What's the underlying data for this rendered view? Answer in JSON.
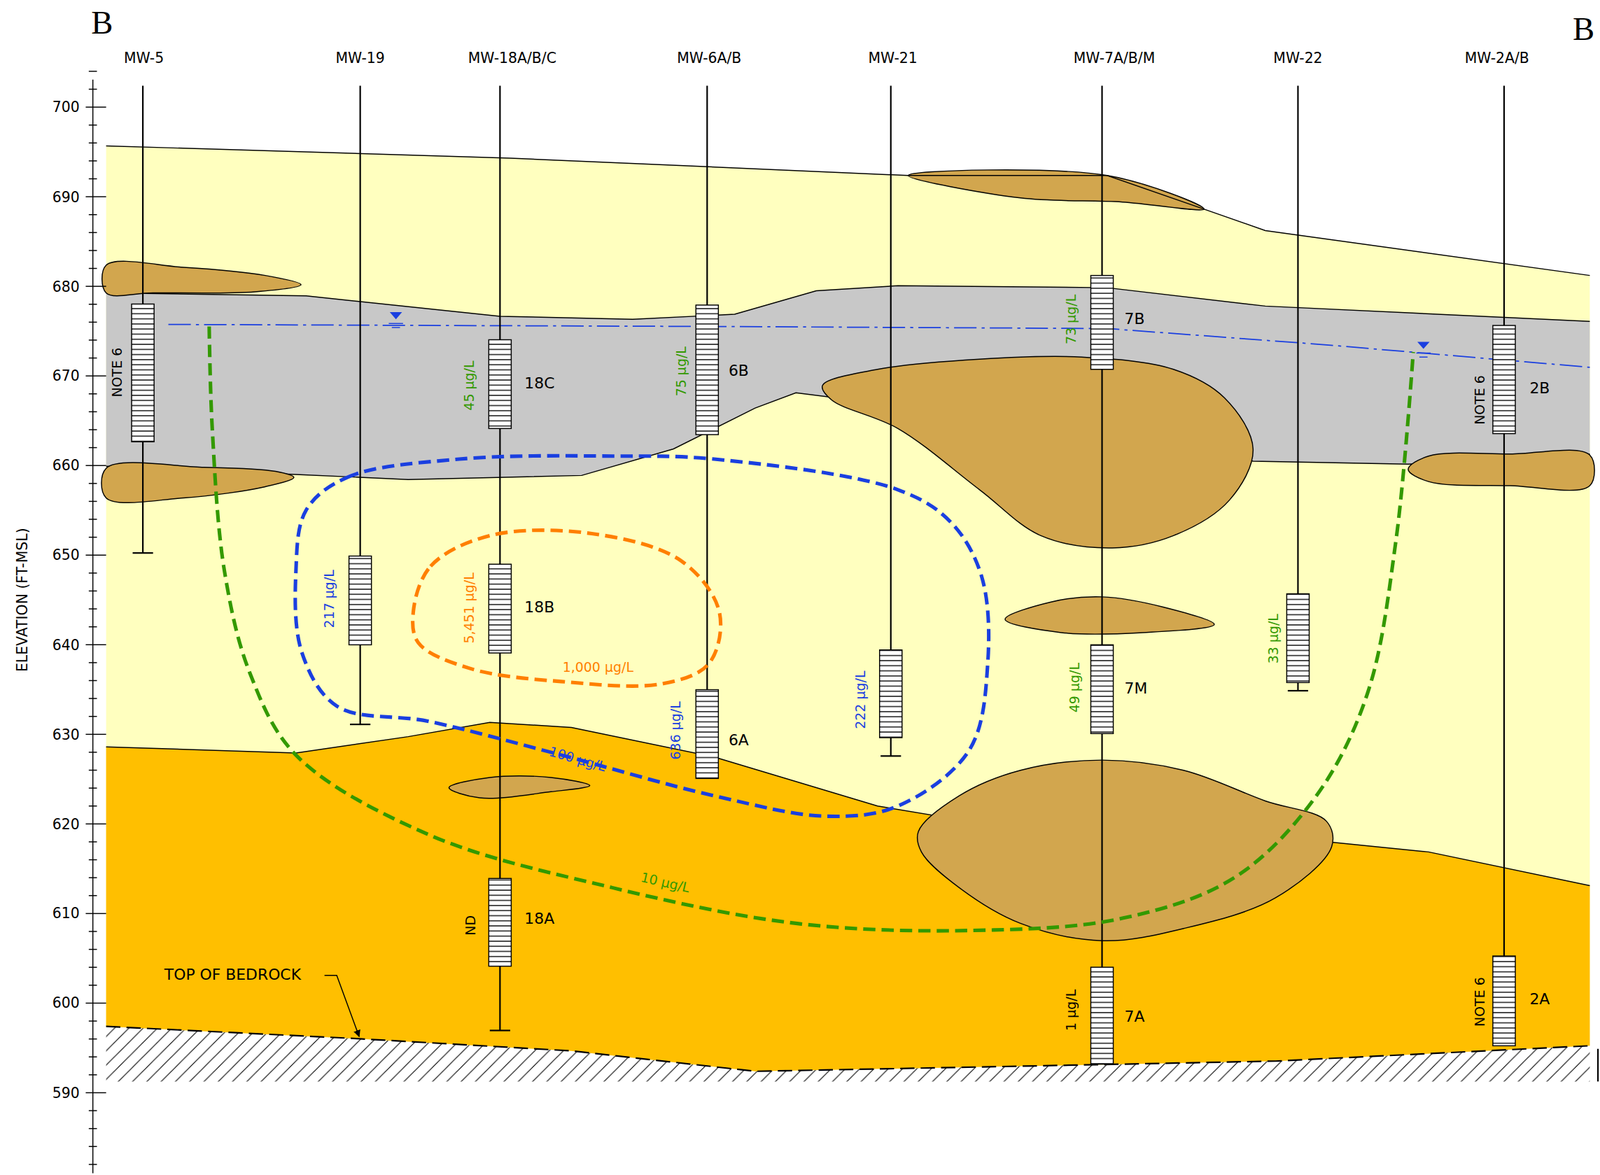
{
  "diagram": {
    "labels": [
      "B",
      "B",
      "MW-5",
      "MW-19",
      "MW-18A/B/C",
      "MW-6A/B",
      "MW-21",
      "MW-7A/B/M",
      "MW-22",
      "MW-2A/B",
      "700",
      "690",
      "680",
      "670",
      "660",
      "650",
      "640",
      "630",
      "620",
      "610",
      "600",
      "590",
      "ELEVATION (FT-MSL)",
      "NOTE 6",
      "45 μg/L",
      "18C",
      "75 μg/L",
      "6B",
      "73 μg/L",
      "7B",
      "NOTE 6",
      "2B",
      "217 μg/L",
      "5,451 μg/L",
      "18B",
      "1,000 μg/L",
      "222 μg/L",
      "49 μg/L",
      "7M",
      "33 μg/L",
      "636 μg/L",
      "6A",
      "100 μg/L",
      "10 μg/L",
      "ND",
      "18A",
      "TOP OF BEDROCK",
      "1 μg/L",
      "7A",
      "NOTE 6",
      "2A"
    ]
  }
}
